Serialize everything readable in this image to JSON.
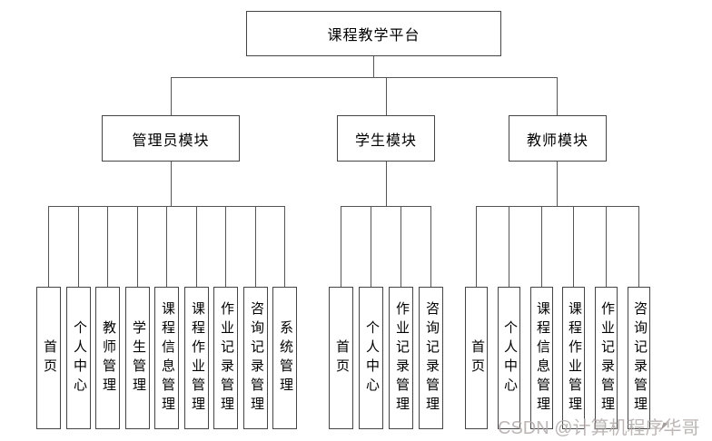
{
  "diagram": {
    "root_label": "课程教学平台",
    "modules": [
      {
        "label": "管理员模块",
        "children": [
          "首页",
          "个人中心",
          "教师管理",
          "学生管理",
          "课程信息管理",
          "课程作业管理",
          "作业记录管理",
          "咨询记录管理",
          "系统管理"
        ]
      },
      {
        "label": "学生模块",
        "children": [
          "首页",
          "个人中心",
          "作业记录管理",
          "咨询记录管理"
        ]
      },
      {
        "label": "教师模块",
        "children": [
          "首页",
          "个人中心",
          "课程信息管理",
          "课程作业管理",
          "作业记录管理",
          "咨询记录管理"
        ]
      }
    ]
  },
  "watermark": {
    "text": "CSDN @计算机程序华哥"
  },
  "colors": {
    "background": "#ffffff",
    "box_border": "#454545",
    "line": "#555555",
    "text": "#000000",
    "watermark": "#b2aaaa"
  }
}
